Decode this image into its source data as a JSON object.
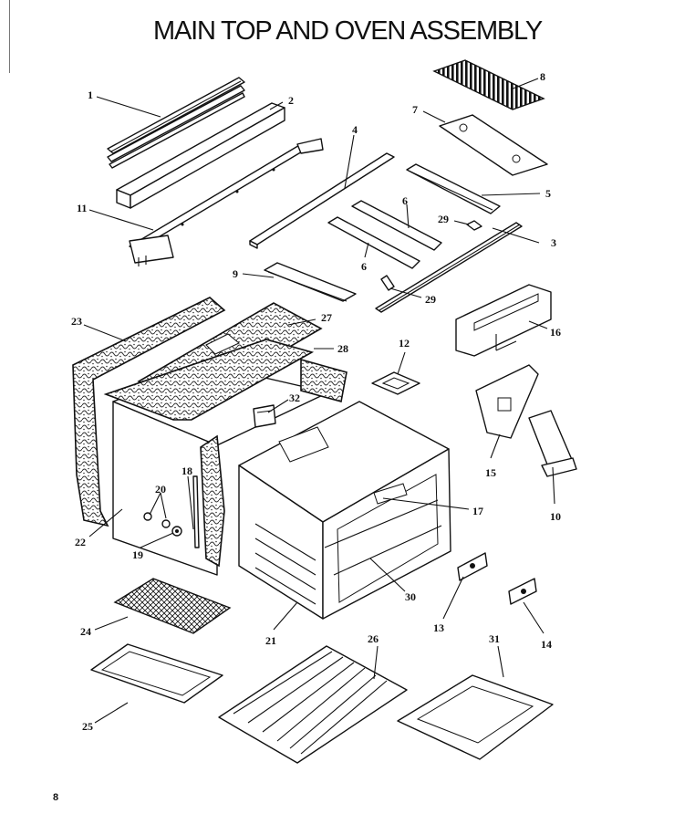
{
  "title": "MAIN TOP AND OVEN ASSEMBLY",
  "page_number": "8",
  "callouts": [
    {
      "id": "1",
      "label": "1"
    },
    {
      "id": "2",
      "label": "2"
    },
    {
      "id": "3",
      "label": "3"
    },
    {
      "id": "4",
      "label": "4"
    },
    {
      "id": "5",
      "label": "5"
    },
    {
      "id": "6a",
      "label": "6"
    },
    {
      "id": "6b",
      "label": "6"
    },
    {
      "id": "7",
      "label": "7"
    },
    {
      "id": "8",
      "label": "8"
    },
    {
      "id": "9",
      "label": "9"
    },
    {
      "id": "10",
      "label": "10"
    },
    {
      "id": "11",
      "label": "11"
    },
    {
      "id": "12",
      "label": "12"
    },
    {
      "id": "13",
      "label": "13"
    },
    {
      "id": "14",
      "label": "14"
    },
    {
      "id": "15",
      "label": "15"
    },
    {
      "id": "16",
      "label": "16"
    },
    {
      "id": "17",
      "label": "17"
    },
    {
      "id": "18",
      "label": "18"
    },
    {
      "id": "19",
      "label": "19"
    },
    {
      "id": "20",
      "label": "20"
    },
    {
      "id": "21",
      "label": "21"
    },
    {
      "id": "22",
      "label": "22"
    },
    {
      "id": "23",
      "label": "23"
    },
    {
      "id": "24",
      "label": "24"
    },
    {
      "id": "25",
      "label": "25"
    },
    {
      "id": "26",
      "label": "26"
    },
    {
      "id": "27",
      "label": "27"
    },
    {
      "id": "28",
      "label": "28"
    },
    {
      "id": "29a",
      "label": "29"
    },
    {
      "id": "29b",
      "label": "29"
    },
    {
      "id": "30",
      "label": "30"
    },
    {
      "id": "31",
      "label": "31"
    },
    {
      "id": "32",
      "label": "32"
    }
  ]
}
